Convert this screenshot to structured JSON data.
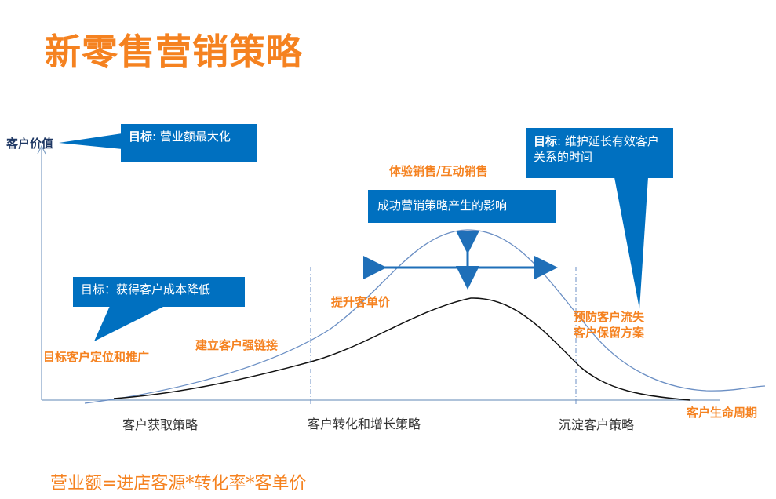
{
  "title": "新零售营销策略",
  "axes": {
    "y_label": "客户价值",
    "x_label": "客户生命周期"
  },
  "callouts": {
    "goal_revenue": {
      "prefix": "目标",
      "text": ":  营业额最大化"
    },
    "goal_cost": {
      "text": "目标：获得客户成本降低"
    },
    "goal_retention": {
      "prefix": "目标",
      "text": ": 维护延长有效客户关系的时间"
    },
    "impact": {
      "text": "成功营销策略产生的影响"
    }
  },
  "curve_labels": {
    "positioning": "目标客户定位和推广",
    "strong_link": "建立客户强链接",
    "raise_price": "提升客单价",
    "experience_sales": "体验销售/互动销售",
    "prevent_churn_1": "预防客户流失",
    "prevent_churn_2": "客户保留方案"
  },
  "phases": {
    "acquire": "客户获取策略",
    "convert": "客户转化和增长策略",
    "retain": "沉淀客户策略"
  },
  "formula": "营业额=进店客源*转化率*客单价",
  "colors": {
    "orange": "#f58220",
    "blue_box": "#0070c0",
    "curve_blue": "#6b8fc4",
    "axis": "#7f9fc4"
  }
}
